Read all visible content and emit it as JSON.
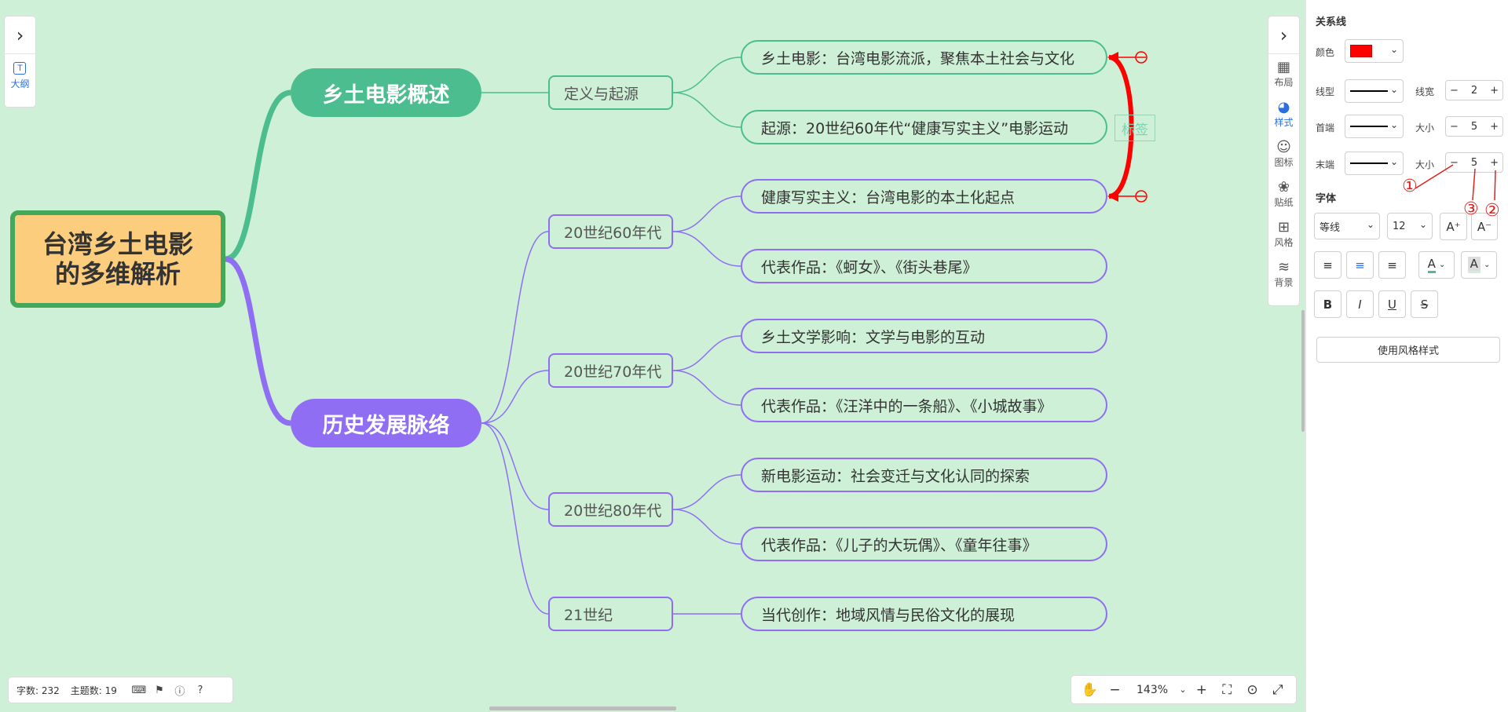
{
  "mindmap": {
    "root": {
      "line1": "台湾乡土电影",
      "line2": "的多维解析"
    },
    "branches": [
      {
        "title": "乡土电影概述",
        "color": "#4bbd8e",
        "subs": [
          {
            "label": "定义与起源",
            "leaves": [
              "乡土电影：台湾电影流派，聚焦本土社会与文化",
              "起源：20世纪60年代“健康写实主义”电影运动"
            ]
          }
        ]
      },
      {
        "title": "历史发展脉络",
        "color": "#8f6ef4",
        "subs": [
          {
            "label": "20世纪60年代",
            "leaves": [
              "健康写实主义：台湾电影的本土化起点",
              "代表作品：《蚵女》、《街头巷尾》"
            ]
          },
          {
            "label": "20世纪70年代",
            "leaves": [
              "乡土文学影响：文学与电影的互动",
              "代表作品：《汪洋中的一条船》、《小城故事》"
            ]
          },
          {
            "label": "20世纪80年代",
            "leaves": [
              "新电影运动：社会变迁与文化认同的探索",
              "代表作品：《儿子的大玩偶》、《童年往事》"
            ]
          },
          {
            "label": "21世纪",
            "leaves": [
              "当代创作：地域风情与民俗文化的展现"
            ]
          }
        ]
      }
    ],
    "relation_label": "标签",
    "relation_color": "#ff0000"
  },
  "left_panel": {
    "outline_label": "大纲",
    "outline_icon": "T"
  },
  "rail": {
    "items": [
      "布局",
      "样式",
      "图标",
      "贴纸",
      "风格",
      "背景"
    ]
  },
  "status": {
    "word_count": "字数: 232",
    "topic_count": "主题数: 19"
  },
  "zoom": {
    "value": "143%"
  },
  "sidebar": {
    "section_title": "关系线",
    "color_label": "颜色",
    "color_value": "#ff0000",
    "linetype_label": "线型",
    "linewidth_label": "线宽",
    "linewidth_value": "2",
    "start_label": "首端",
    "start_size_label": "大小",
    "start_size_value": "5",
    "end_label": "末端",
    "end_size_label": "大小",
    "end_size_value": "5",
    "font_title": "字体",
    "font_family": "等线",
    "font_size": "12",
    "apply_style": "使用风格样式"
  },
  "annotations": {
    "a1": "①",
    "a2": "②",
    "a3": "③"
  }
}
